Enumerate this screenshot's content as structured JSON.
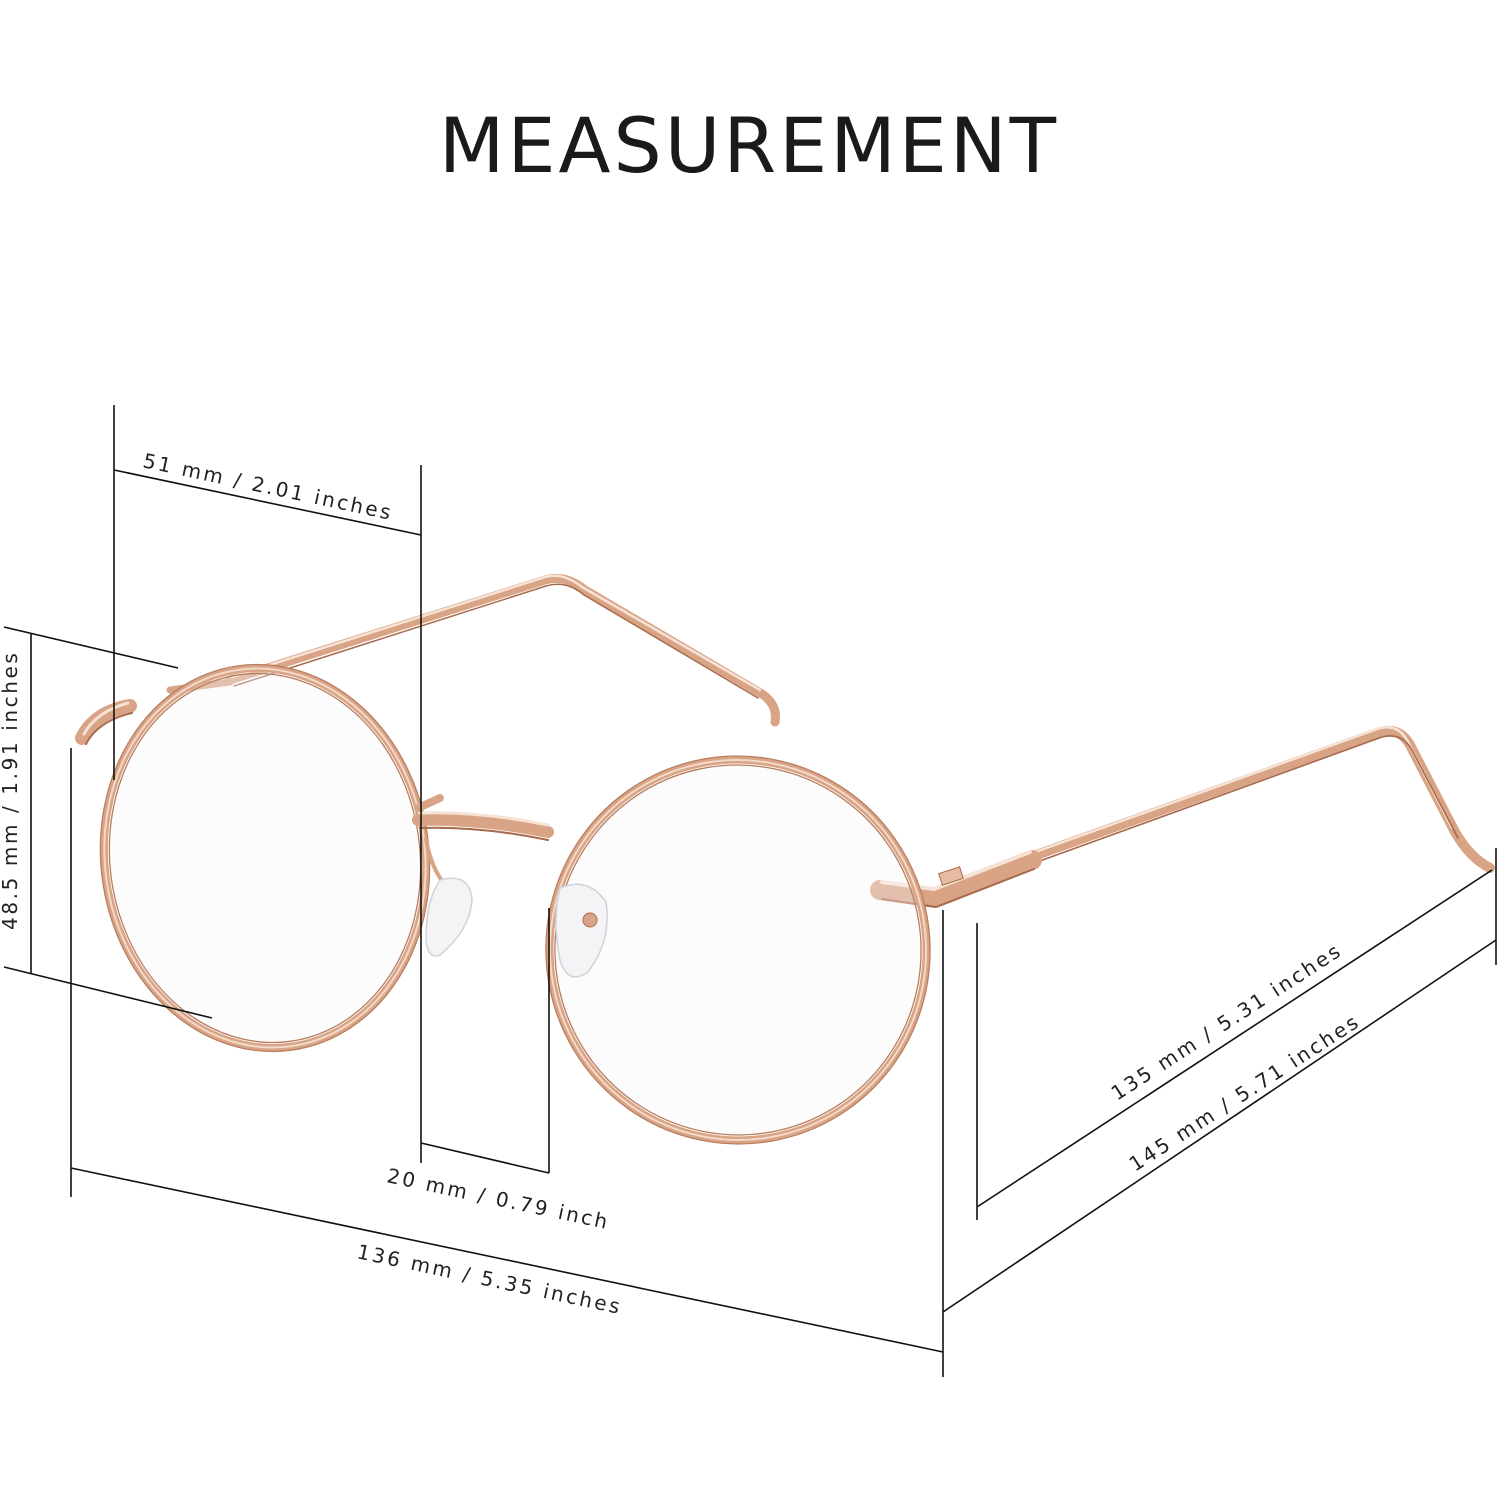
{
  "title": "MEASUREMENT",
  "colors": {
    "background": "#ffffff",
    "frame": "#d9a485",
    "frame_highlight": "#f6e3d6",
    "frame_shadow": "#a86a4c",
    "lines": "#111111",
    "text": "#222222"
  },
  "image": {
    "subject": "glasses-icon"
  },
  "dimensions": {
    "lens_width": "51 mm / 2.01 inches",
    "lens_height": "48.5 mm / 1.91 inches",
    "bridge_width": "20 mm / 0.79 inch",
    "frame_width": "136 mm / 5.35 inches",
    "temple_length_1": "135 mm /  5.31 inches",
    "temple_length_2": "145 mm / 5.71 inches"
  }
}
